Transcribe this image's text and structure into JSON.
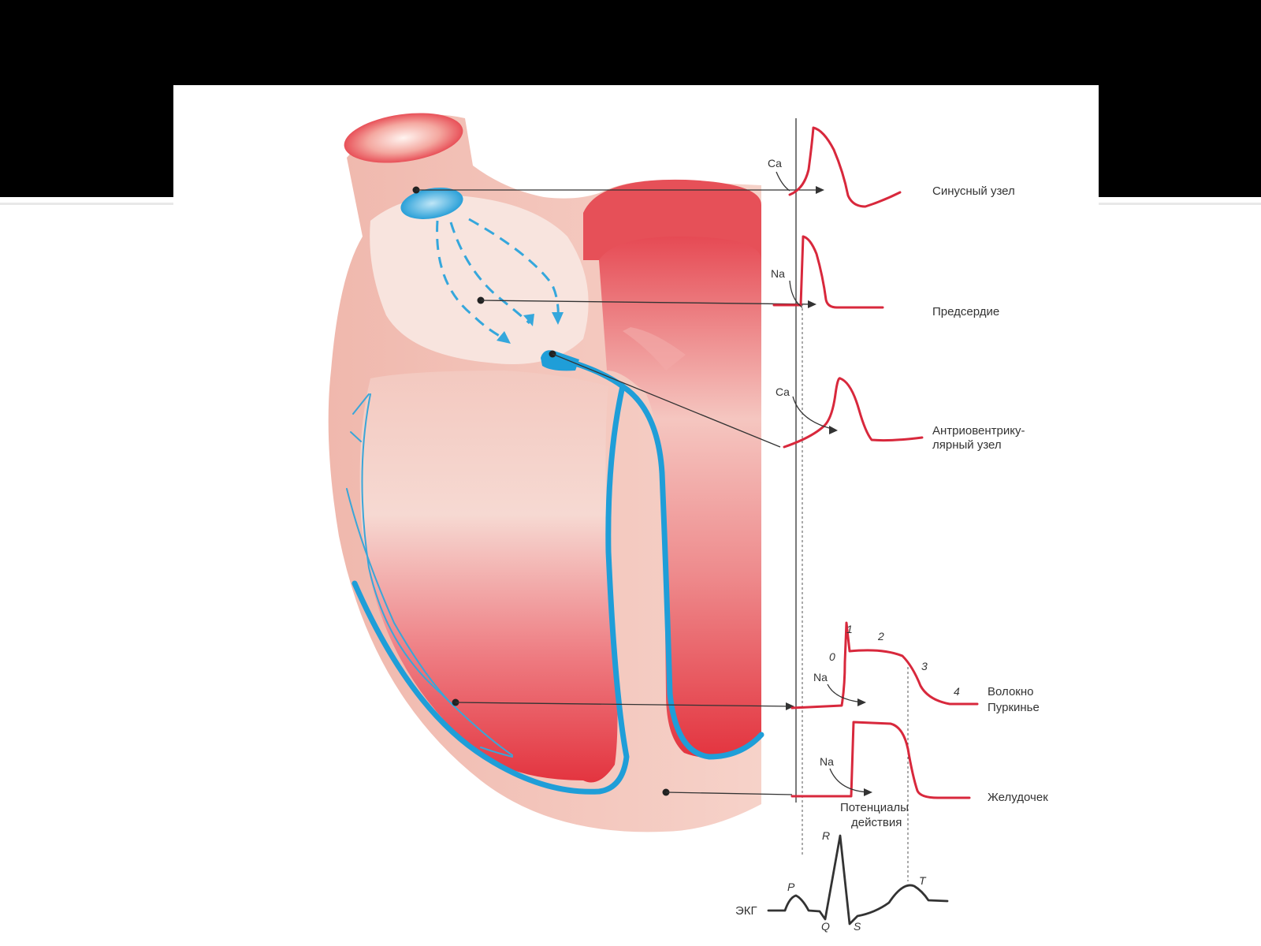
{
  "labels": {
    "sinus_node": "Синусный узел",
    "atrium": "Предсердие",
    "av_node_line1": "Антриовентрику-",
    "av_node_line2": "лярный узел",
    "purkinje_line1": "Волокно",
    "purkinje_line2": "Пуркинье",
    "ventricle": "Желудочек",
    "action_potentials_line1": "Потенциалы",
    "action_potentials_line2": "действия"
  },
  "ions": {
    "sinus": "Ca",
    "atrium": "Na",
    "av_node": "Ca",
    "purkinje": "Na",
    "ventricle": "Na"
  },
  "phases": [
    "0",
    "1",
    "2",
    "3",
    "4"
  ],
  "ecg": {
    "label": "ЭКГ",
    "p": "P",
    "q": "Q",
    "r": "R",
    "s": "S",
    "t": "T"
  },
  "colors": {
    "heart_muscle": "#e83848",
    "heart_light": "#f6c8c0",
    "conduction": "#1f9ed8",
    "action_potential": "#d8283c"
  }
}
